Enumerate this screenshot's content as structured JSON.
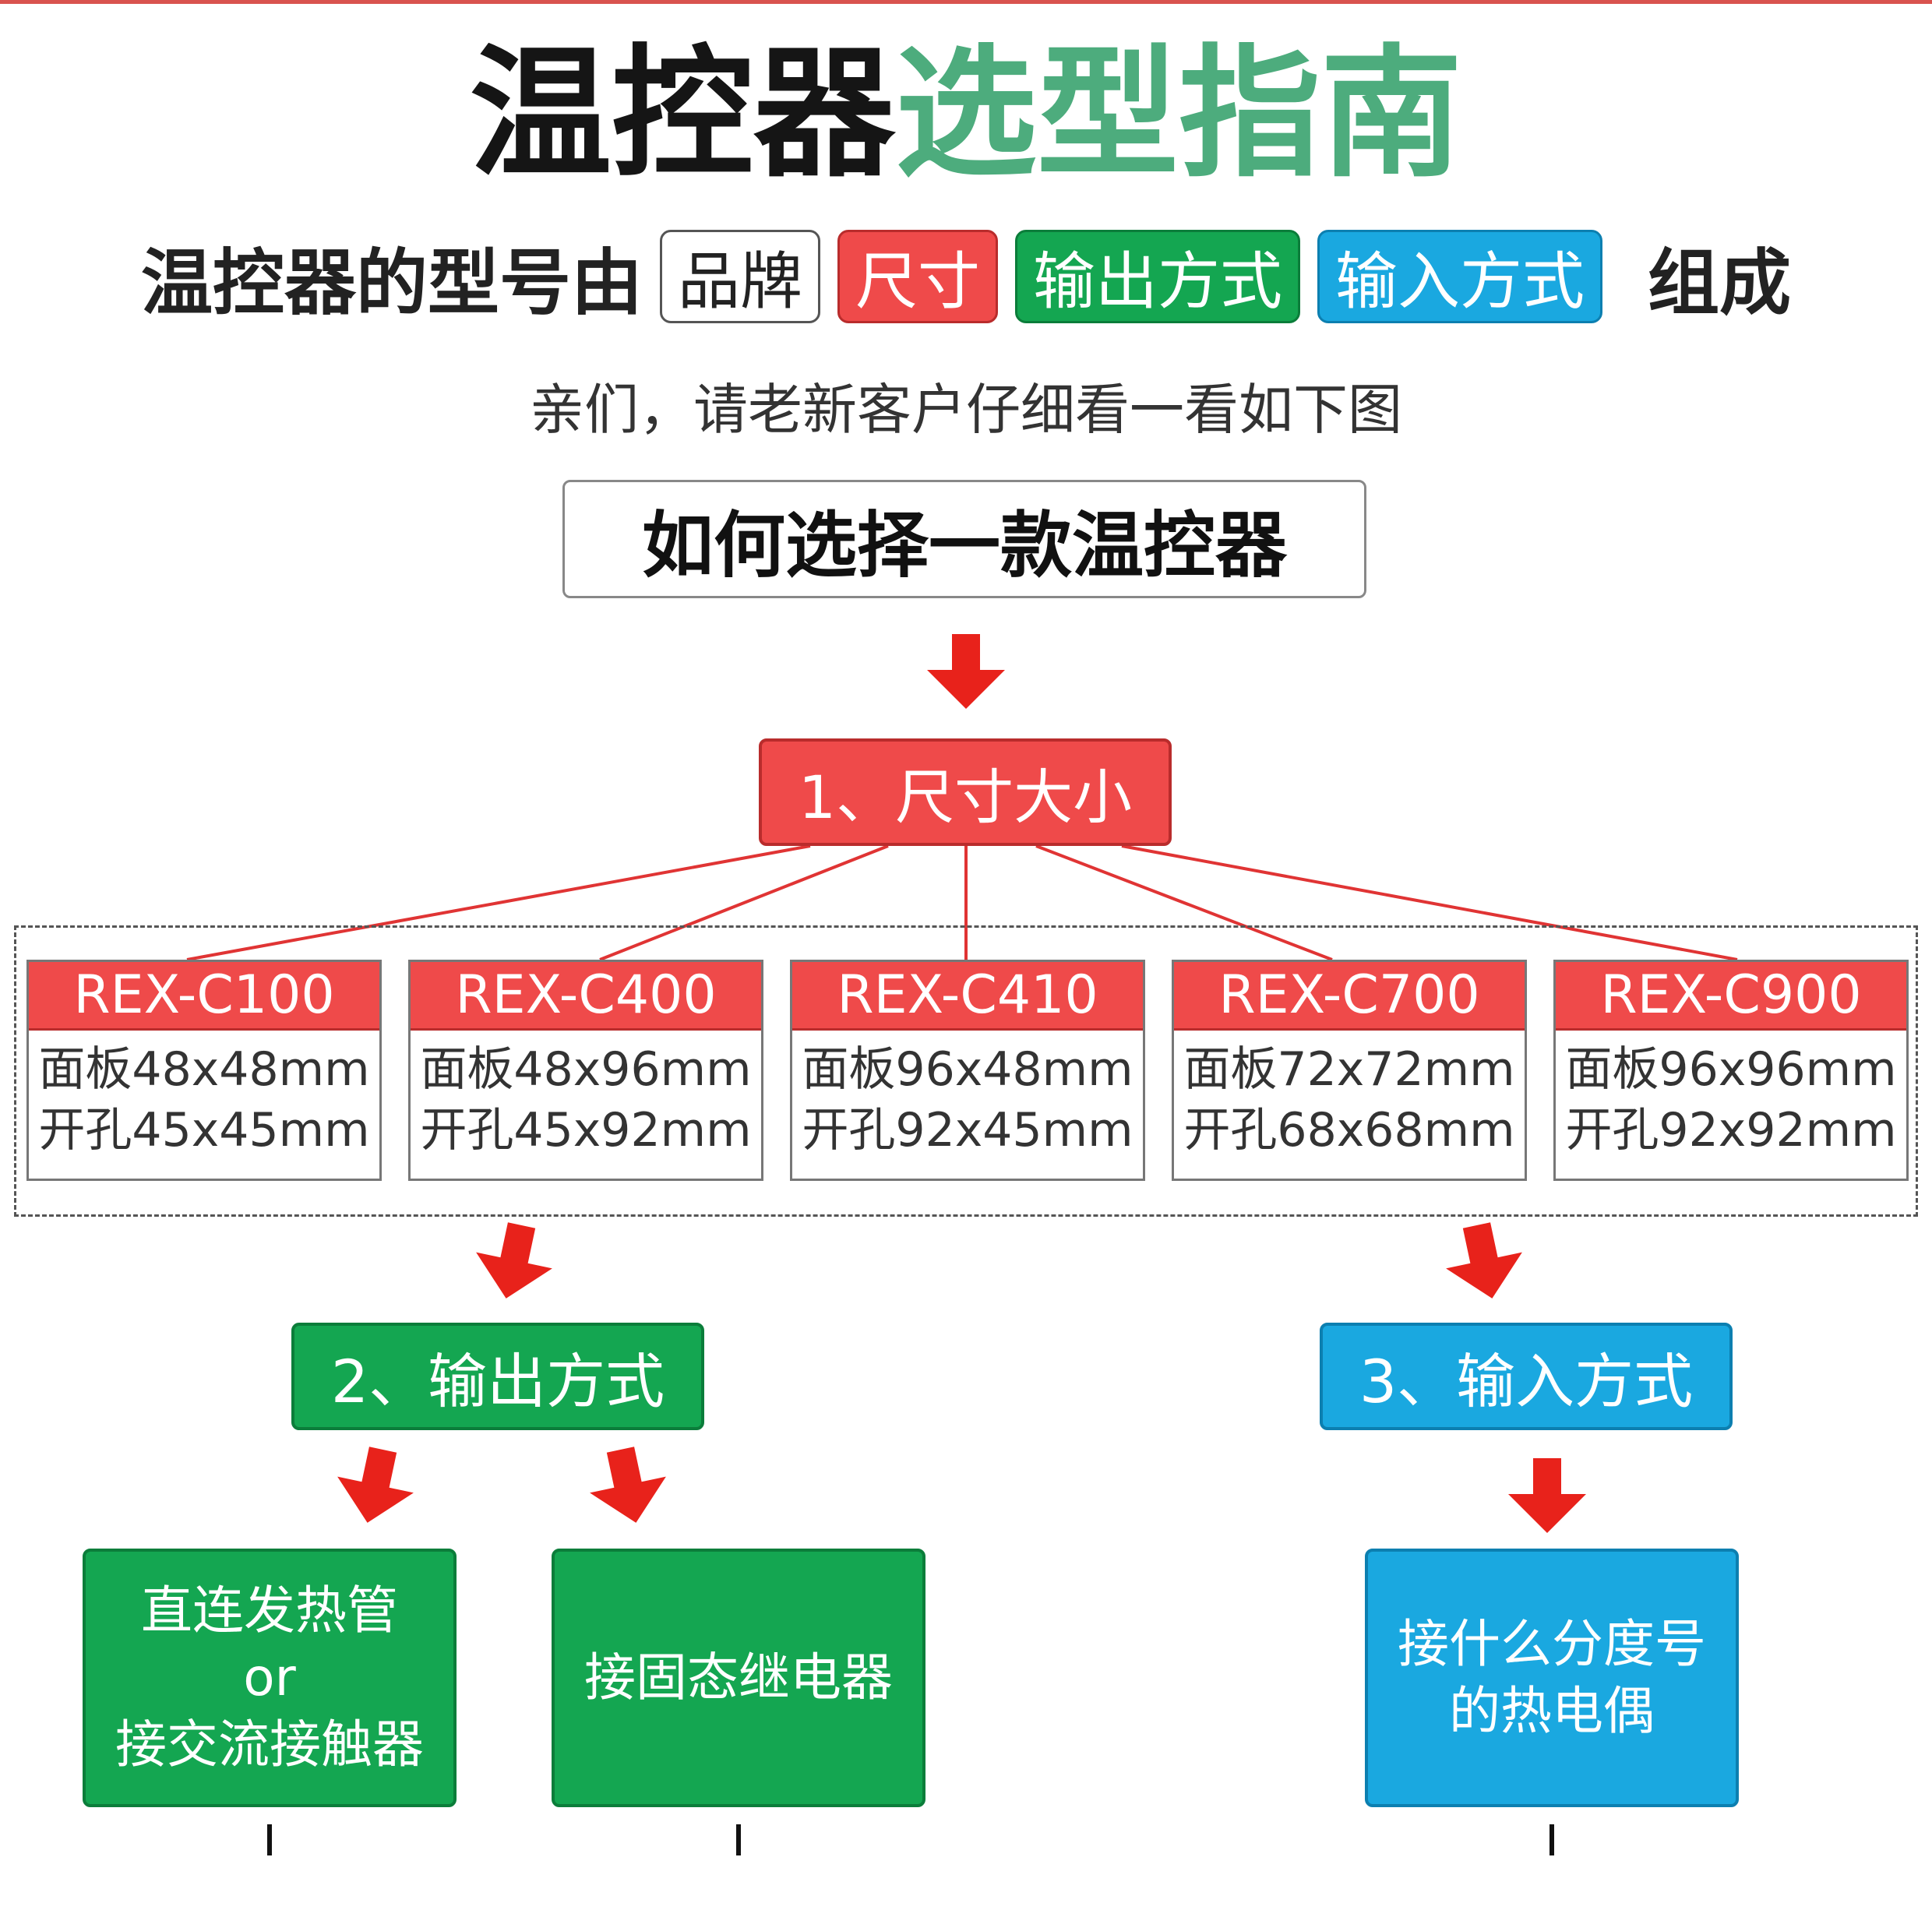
{
  "title": {
    "part1": "温控器",
    "part2": "选型指南"
  },
  "composition": {
    "prefix": "温控器的型号由",
    "chips": {
      "brand": "品牌",
      "size": "尺寸",
      "output": "输出方式",
      "input": "输入方式"
    },
    "suffix": "组成"
  },
  "subtitle": "亲们，请老新客户仔细看一看如下图",
  "question": "如何选择一款温控器",
  "step1": "1、尺寸大小",
  "models": [
    {
      "name": "REX-C100",
      "panel": "面板48x48mm",
      "hole": "开孔45x45mm"
    },
    {
      "name": "REX-C400",
      "panel": "面板48x96mm",
      "hole": "开孔45x92mm"
    },
    {
      "name": "REX-C410",
      "panel": "面板96x48mm",
      "hole": "开孔92x45mm"
    },
    {
      "name": "REX-C700",
      "panel": "面板72x72mm",
      "hole": "开孔68x68mm"
    },
    {
      "name": "REX-C900",
      "panel": "面板96x96mm",
      "hole": "开孔92x92mm"
    }
  ],
  "step2": "2、输出方式",
  "step3": "3、输入方式",
  "output_options": [
    {
      "lines": [
        "直连发热管",
        "or",
        "接交流接触器"
      ]
    },
    {
      "lines": [
        "接固态继电器"
      ]
    }
  ],
  "input_option": {
    "lines": [
      "接什么分度号",
      "的热电偶"
    ]
  },
  "colors": {
    "red": "#ef4a4a",
    "green": "#14a651",
    "blue": "#1aa8e0",
    "title_green": "#4dac7d",
    "arrow_red": "#e8221b"
  }
}
